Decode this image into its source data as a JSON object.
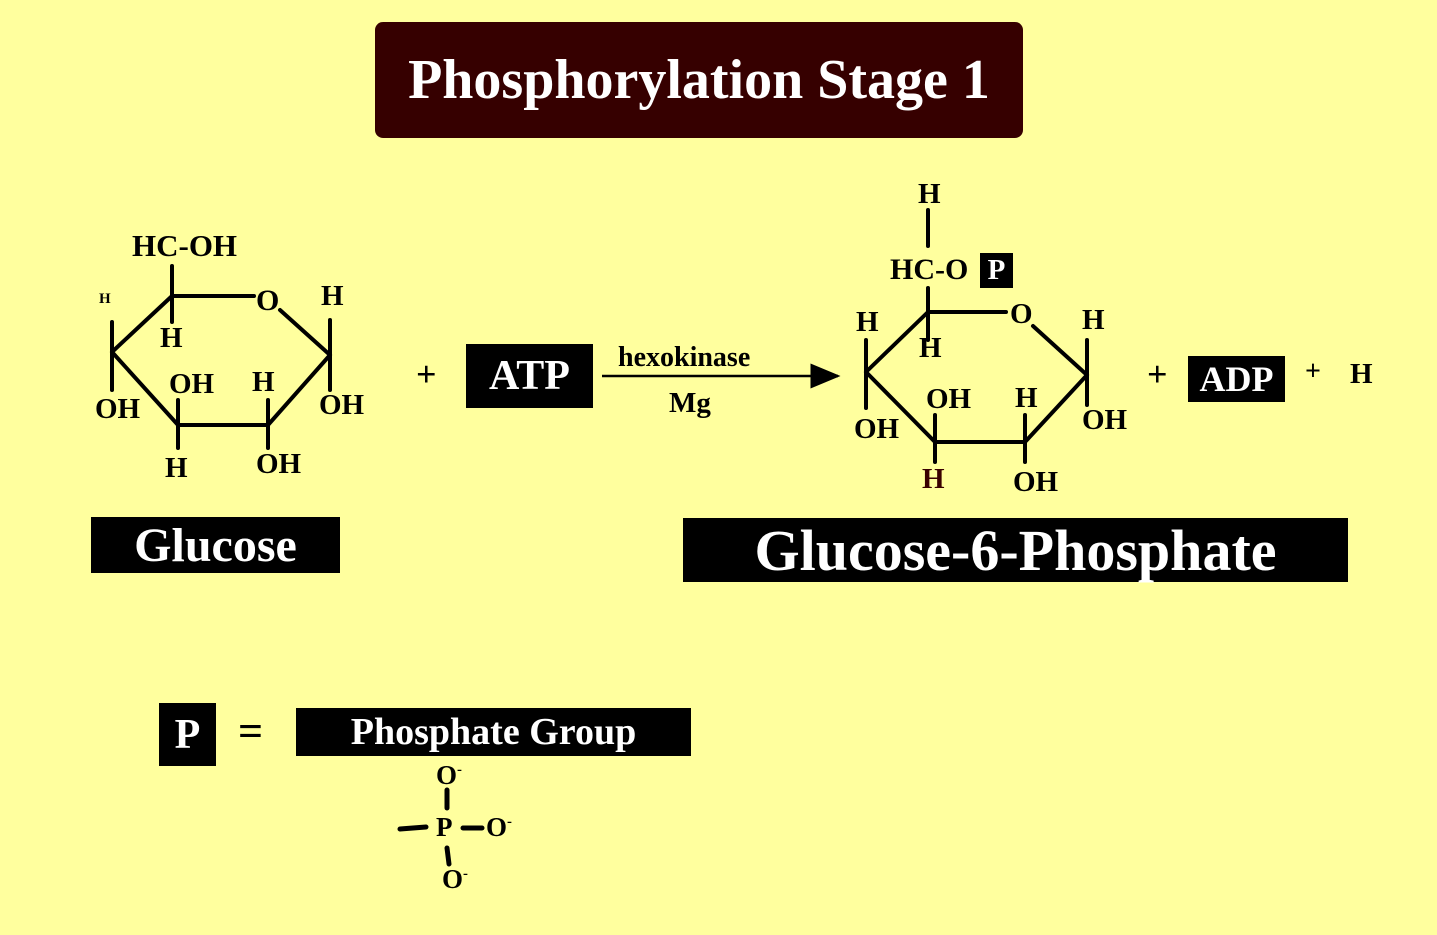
{
  "title": "Phosphorylation Stage 1",
  "glucose": {
    "top_group": "HC-OH",
    "atoms": {
      "h_left_small": "H",
      "o_ring": "O",
      "h_right_top": "H",
      "h_c5": "H",
      "oh_c2": "OH",
      "h_c3": "H",
      "oh_left": "OH",
      "oh_right": "OH",
      "h_bottom": "H",
      "oh_bottom": "OH"
    },
    "label": "Glucose"
  },
  "plus_sign": "+",
  "atp_label": "ATP",
  "arrow": {
    "enzyme": "hexokinase",
    "cofactor": "Mg"
  },
  "product": {
    "top_h": "H",
    "top_group": "HC-O",
    "p_badge": "P",
    "atoms": {
      "o_ring": "O",
      "h_left": "H",
      "h_c5": "H",
      "h_right_top": "H",
      "oh_c2": "OH",
      "h_c3": "H",
      "oh_left": "OH",
      "oh_right": "OH",
      "h_bottom": "H",
      "oh_bottom": "OH"
    },
    "label": "Glucose-6-Phosphate"
  },
  "adp_label": "ADP",
  "plus_small": "+",
  "h_plus": "H",
  "legend": {
    "p_symbol": "P",
    "equals": "=",
    "label": "Phosphate Group",
    "phosphate": {
      "o_top": "O",
      "p_center": "P",
      "o_right": "O",
      "o_bottom": "O",
      "charge": "-"
    }
  },
  "colors": {
    "background": "#ffff9e",
    "title_box": "#360000",
    "label_box": "#000000",
    "dark_red_text": "#3a0000"
  }
}
